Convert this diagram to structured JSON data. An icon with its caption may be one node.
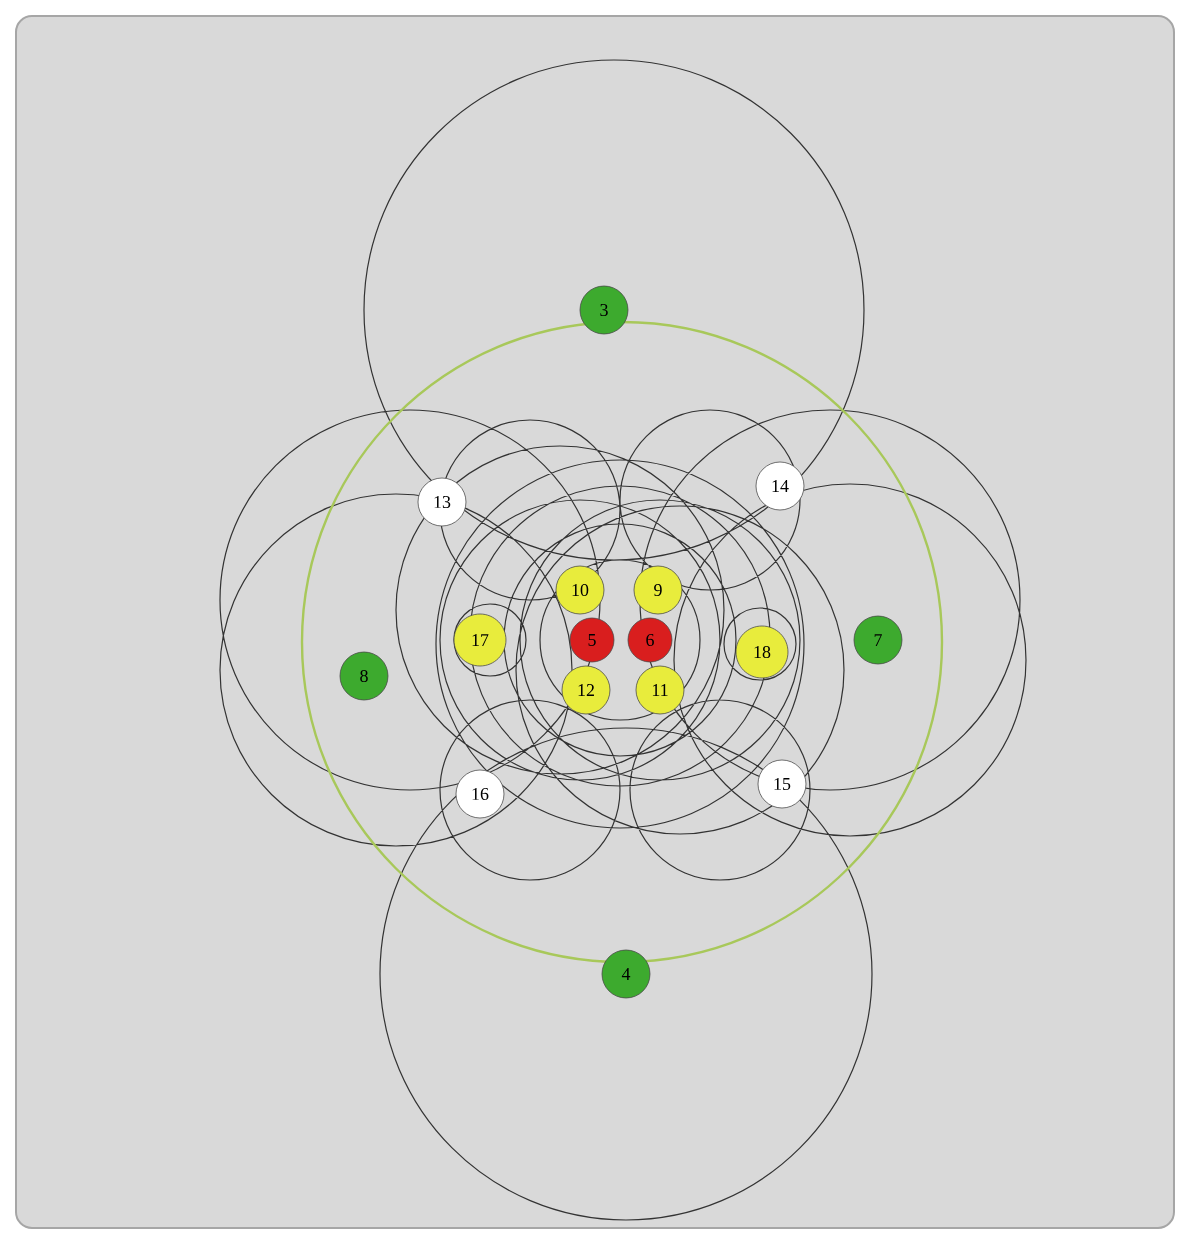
{
  "diagram": {
    "nodes": [
      {
        "text": [
          "3"
        ]
      },
      {
        "text": [
          "13"
        ]
      },
      {
        "text": [
          "14"
        ]
      },
      {
        "text": [
          "10"
        ]
      },
      {
        "text": [
          "9"
        ]
      },
      {
        "text": [
          "17"
        ]
      },
      {
        "text": [
          "8"
        ]
      },
      {
        "text": [
          "5"
        ]
      },
      {
        "text": [
          "6"
        ]
      },
      {
        "text": [
          "18"
        ]
      },
      {
        "text": [
          "7"
        ]
      },
      {
        "text": [
          "12"
        ]
      },
      {
        "text": [
          "11"
        ]
      },
      {
        "text": [
          "16"
        ]
      },
      {
        "text": [
          "15"
        ]
      },
      {
        "text": [
          "4"
        ]
      }
    ]
  }
}
